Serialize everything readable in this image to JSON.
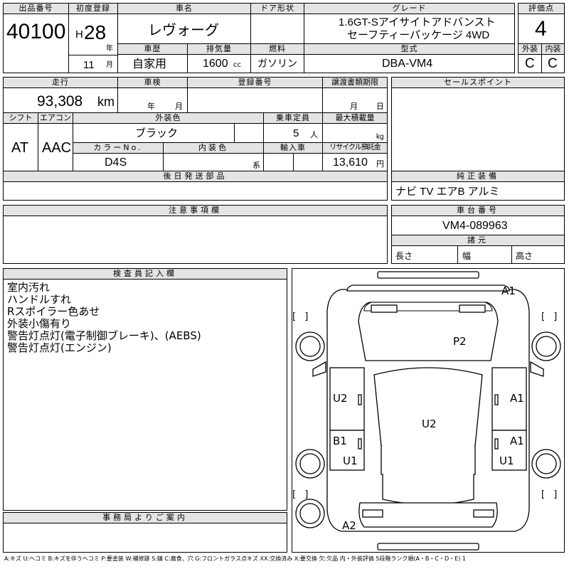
{
  "lot": {
    "label": "出品番号",
    "value": "40100"
  },
  "first_reg": {
    "label": "初度登録",
    "era": "H",
    "year": "28",
    "year_unit": "年",
    "month": "11",
    "month_unit": "月"
  },
  "model": {
    "label": "車名",
    "value": "レヴォーグ"
  },
  "door": {
    "label": "ドア形状",
    "value": ""
  },
  "grade": {
    "label": "グレード",
    "line1": "1.6GT-Sアイサイトアドバンスト",
    "line2": "セーフティーパッケージ 4WD"
  },
  "score": {
    "label": "評価点",
    "value": "4"
  },
  "history": {
    "label": "車歴",
    "value": "自家用"
  },
  "displacement": {
    "label": "排気量",
    "value": "1600",
    "unit": "cc"
  },
  "fuel": {
    "label": "燃料",
    "value": "ガソリン"
  },
  "type": {
    "label": "型式",
    "value": "DBA-VM4"
  },
  "exterior_grade": {
    "label": "外装",
    "value": "C"
  },
  "interior_grade": {
    "label": "内装",
    "value": "C"
  },
  "mileage": {
    "label": "走行",
    "value": "93,308",
    "unit": "km"
  },
  "inspection": {
    "label": "車検",
    "year_unit": "年",
    "month_unit": "月"
  },
  "reg_no": {
    "label": "登録番号",
    "value": ""
  },
  "transfer_doc": {
    "label": "譲渡書類期限",
    "month_unit": "月",
    "day_unit": "日"
  },
  "sales_point": {
    "label": "セールスポイント",
    "value": ""
  },
  "shift": {
    "label": "シフト",
    "value": "AT"
  },
  "aircon": {
    "label": "エアコン",
    "value": "AAC"
  },
  "ext_color": {
    "label": "外装色",
    "value": "ブラック"
  },
  "capacity": {
    "label": "乗車定員",
    "value": "5",
    "unit": "人"
  },
  "max_load": {
    "label": "最大積載量",
    "value": "",
    "unit": "kg"
  },
  "color_no": {
    "label": "カラーNo.",
    "value": "D4S"
  },
  "int_color": {
    "label": "内装色",
    "value": "",
    "unit": "系"
  },
  "import": {
    "label": "輸入車",
    "value": ""
  },
  "recycle": {
    "label": "リサイクル預託金",
    "value": "13,610",
    "unit": "円"
  },
  "later_parts": {
    "label": "後日発送部品",
    "value": ""
  },
  "genuine_equipment": {
    "label": "純正装備",
    "value": "ナビ TV エアB アルミ"
  },
  "notes": {
    "label": "注意事項欄",
    "value": ""
  },
  "chassis": {
    "label": "車台番号",
    "value": "VM4-089963"
  },
  "dimensions": {
    "label": "諸元",
    "length": "長さ",
    "width": "幅",
    "height": "高さ"
  },
  "inspector": {
    "label": "検査員記入欄",
    "lines": [
      "室内汚れ",
      "ハンドルすれ",
      "Rスポイラー色あせ",
      "外装小傷有り",
      "警告灯点灯(電子制御ブレーキ)、(AEBS)",
      "警告灯点灯(エンジン)"
    ]
  },
  "office": {
    "label": "事務局よりご案内",
    "value": ""
  },
  "diagram": {
    "bracket": "[ ]",
    "marks": {
      "front": "A1",
      "hood": "P2",
      "left_front_door": "U2",
      "right_front_door": "A1",
      "roof": "U2",
      "left_rear_door": "B1",
      "right_rear_door": "A1",
      "left_rear_fender": "U1",
      "right_rear_fender": "U1",
      "rear": "A2"
    }
  },
  "legend": "A:キズ U:ヘコミ B:キズを伴うヘコミ P:要塗装 W:補修跡 S:錆 C:腐食、穴 G:フロントガラス点キズ XX:交換済み X:要交換 欠:欠品 内・外装評価 5段階ランク順(A・B・C・D・E) 1"
}
